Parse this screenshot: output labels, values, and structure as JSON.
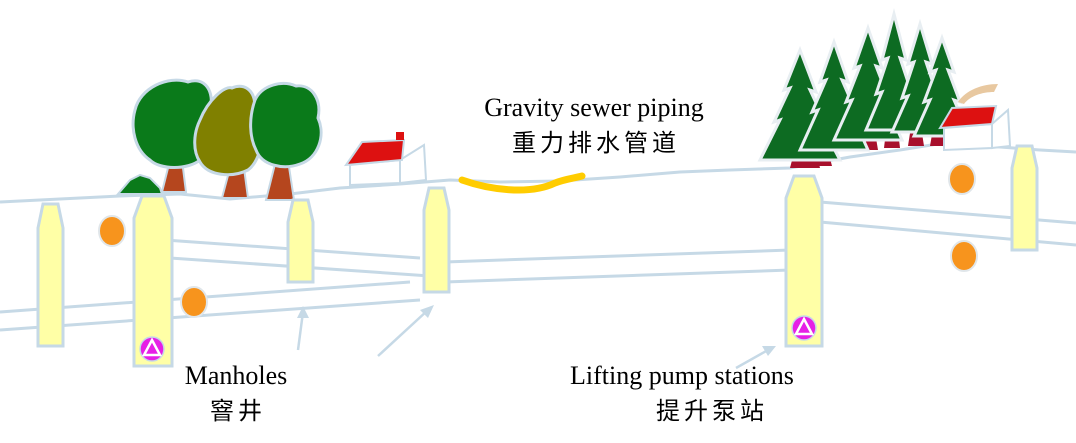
{
  "labels": {
    "sewer_en": "Gravity sewer piping",
    "sewer_zh": "重力排水管道",
    "manholes_en": "Manholes",
    "manholes_zh": "窨井",
    "pump_en": "Lifting pump stations",
    "pump_zh": "提升泵站"
  },
  "colors": {
    "shaft_fill": "#ffffa6",
    "outline": "#c6d9e6",
    "orb": "#f7941d",
    "pump_marker": "#e61fe6",
    "pipe_segment": "#ffcc00",
    "tree_green": "#0a7a1a",
    "tree_olive": "#808000",
    "trunk": "#b5461e",
    "roof": "#dd1111",
    "snow_tree": "#0d6b22",
    "snow_trunk": "#a8102c"
  }
}
